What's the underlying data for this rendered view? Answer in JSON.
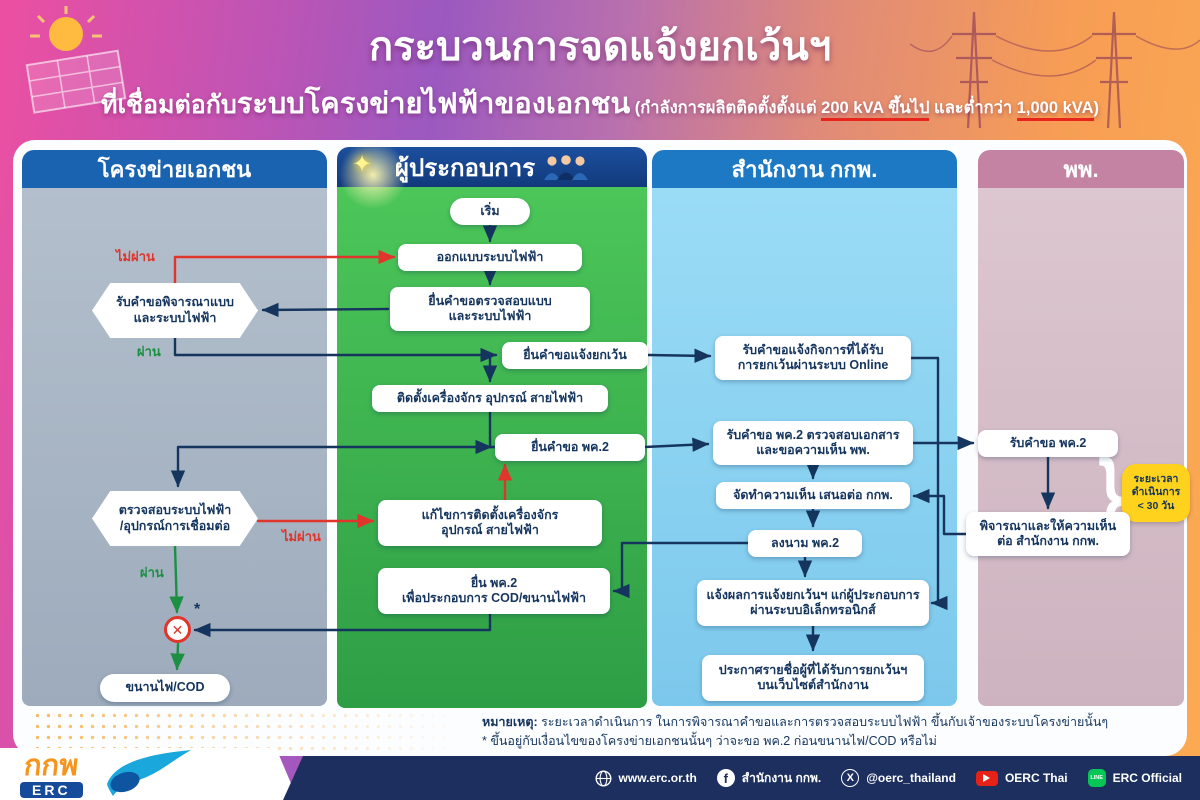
{
  "colors": {
    "navy": "#15355e",
    "red": "#e0352b",
    "green": "#1d8f43",
    "yellow": "#ffd21e",
    "header_blue": "#1a63b0",
    "operator_green": "#3fae49",
    "erc_lightblue": "#8fd2f0",
    "dede_pink": "#d6bfc9",
    "footer_navy": "#1c2f5e",
    "logo_orange": "#f7941d"
  },
  "header": {
    "title": "กระบวนการจดแจ้งยกเว้นฯ",
    "sub_prefix": "ที่เชื่อมต่อกับ",
    "sub_main": "ระบบโครงข่ายไฟฟ้าของเอกชน",
    "paren_open": "(กำลังการผลิตติดตั้งตั้งแต่ ",
    "u1": "200 kVA ขึ้นไป",
    "mid": " และต่ำกว่า ",
    "u2": "1,000 kVA",
    "paren_close": ")"
  },
  "columns": {
    "private_grid": {
      "title": "โครงข่ายเอกชน"
    },
    "operator": {
      "title": "ผู้ประกอบการ"
    },
    "erc_office": {
      "title": "สำนักงาน กกพ."
    },
    "dede": {
      "title": "พพ."
    }
  },
  "flow": {
    "operator": {
      "start": "เริ่ม",
      "design": "ออกแบบระบบไฟฟ้า",
      "submit_inspect_l1": "ยื่นคำขอตรวจสอบแบบ",
      "submit_inspect_l2": "และระบบไฟฟ้า",
      "submit_exempt": "ยื่นคำขอแจ้งยกเว้น",
      "install": "ติดตั้งเครื่องจักร อุปกรณ์ สายไฟฟ้า",
      "submit_pk2": "ยื่นคำขอ พค.2",
      "fix_l1": "แก้ไขการติดตั้งเครื่องจักร",
      "fix_l2": "อุปกรณ์ สายไฟฟ้า",
      "submit_pk2_cod_l1": "ยื่น พค.2",
      "submit_pk2_cod_l2": "เพื่อประกอบการ COD/ขนานไฟฟ้า"
    },
    "private_grid": {
      "review_design_l1": "รับคำขอพิจารณาแบบ",
      "review_design_l2": "และระบบไฟฟ้า",
      "inspect_l1": "ตรวจสอบระบบไฟฟ้า",
      "inspect_l2": "/อุปกรณ์การเชื่อมต่อ",
      "cod": "ขนานไฟ/COD",
      "pass": "ผ่าน",
      "fail": "ไม่ผ่าน"
    },
    "erc": {
      "receive_exempt_l1": "รับคำขอแจ้งกิจการที่ได้รับ",
      "receive_exempt_l2": "การยกเว้นผ่านระบบ Online",
      "receive_pk2_l1": "รับคำขอ พค.2 ตรวจสอบเอกสาร",
      "receive_pk2_l2": "และขอความเห็น พพ.",
      "opinion": "จัดทำความเห็น เสนอต่อ กกพ.",
      "sign": "ลงนาม พค.2",
      "notify_l1": "แจ้งผลการแจ้งยกเว้นฯ แก่ผู้ประกอบการ",
      "notify_l2": "ผ่านระบบอิเล็กทรอนิกส์",
      "announce_l1": "ประกาศรายชื่อผู้ที่ได้รับการยกเว้นฯ",
      "announce_l2": "บนเว็บไซต์สำนักงาน"
    },
    "dede": {
      "receive_pk2": "รับคำขอ พค.2",
      "consider_l1": "พิจารณาและให้ความเห็น",
      "consider_l2": "ต่อ สำนักงาน กกพ.",
      "badge_l1": "ระยะเวลา",
      "badge_l2": "ดำเนินการ",
      "badge_l3": "< 30 วัน"
    }
  },
  "notes": {
    "n1_label": "หมายเหตุ:",
    "n1_text": " ระยะเวลาดำเนินการ ในการพิจารณาคำขอและการตรวจสอบระบบไฟฟ้า ขึ้นกับเจ้าของระบบโครงข่ายนั้นๆ",
    "n2_text": "* ขึ้นอยู่กับเงื่อนไขของโครงข่ายเอกชนนั้นๆ ว่าจะขอ พค.2 ก่อนขนานไฟ/COD หรือไม่"
  },
  "footer": {
    "website": "www.erc.or.th",
    "facebook": "สำนักงาน กกพ.",
    "x": "@oerc_thailand",
    "youtube": "OERC Thai",
    "line": "ERC Official",
    "logo_main": "กกพ",
    "logo_sub": "ERC"
  },
  "icons": {
    "sparkle": "✦",
    "cross": "✕",
    "asterisk": "*",
    "brace": "}",
    "facebook": "f",
    "x": "X",
    "line": "LINE"
  }
}
